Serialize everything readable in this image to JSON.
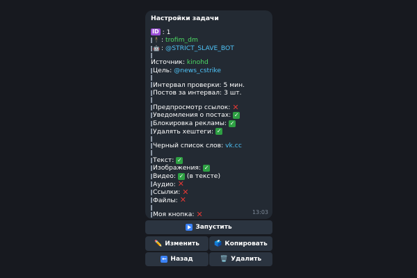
{
  "message": {
    "title": "Настройки задачи",
    "id_badge": "ID",
    "id_value": ": 1",
    "user_prefix": ":",
    "user_link": "trofim_dm",
    "bot_prefix": ":",
    "bot_link": "@STRICT_SLAVE_BOT",
    "source_label": "Источник:",
    "source_value": "kinohd",
    "target_label": "Цель:",
    "target_value": "@news_cstrike",
    "interval": "Интервал проверки: 5 мин.",
    "posts": "Постов за интервал: 3 шт.",
    "preview_label": "Предпросмотр ссылок:",
    "notify_label": "Уведомления о постах:",
    "adblock_label": "Блокировка рекламы:",
    "hashtags_label": "Удалять хештеги:",
    "blacklist_label": "Черный список слов:",
    "blacklist_value": "vk.cc",
    "text_label": "Текст:",
    "images_label": "Изображения:",
    "video_label": "Видео:",
    "video_note": "(в тексте)",
    "audio_label": "Аудио:",
    "links_label": "Ссылки:",
    "files_label": "Файлы:",
    "my_button_label": "Моя кнопка:",
    "time": "13:03",
    "icons": {
      "enabled": "check-mark-icon",
      "disabled": "cross-mark-icon"
    }
  },
  "keyboard": {
    "start": "Запустить",
    "edit": "Изменить",
    "copy": "Копировать",
    "back": "Назад",
    "delete": "Удалить"
  },
  "colors": {
    "background": "#17191f",
    "bubble": "#232a33",
    "button": "#2b3440",
    "link": "#4fc3f7",
    "check": "#2ea043",
    "cross": "#e53935"
  }
}
